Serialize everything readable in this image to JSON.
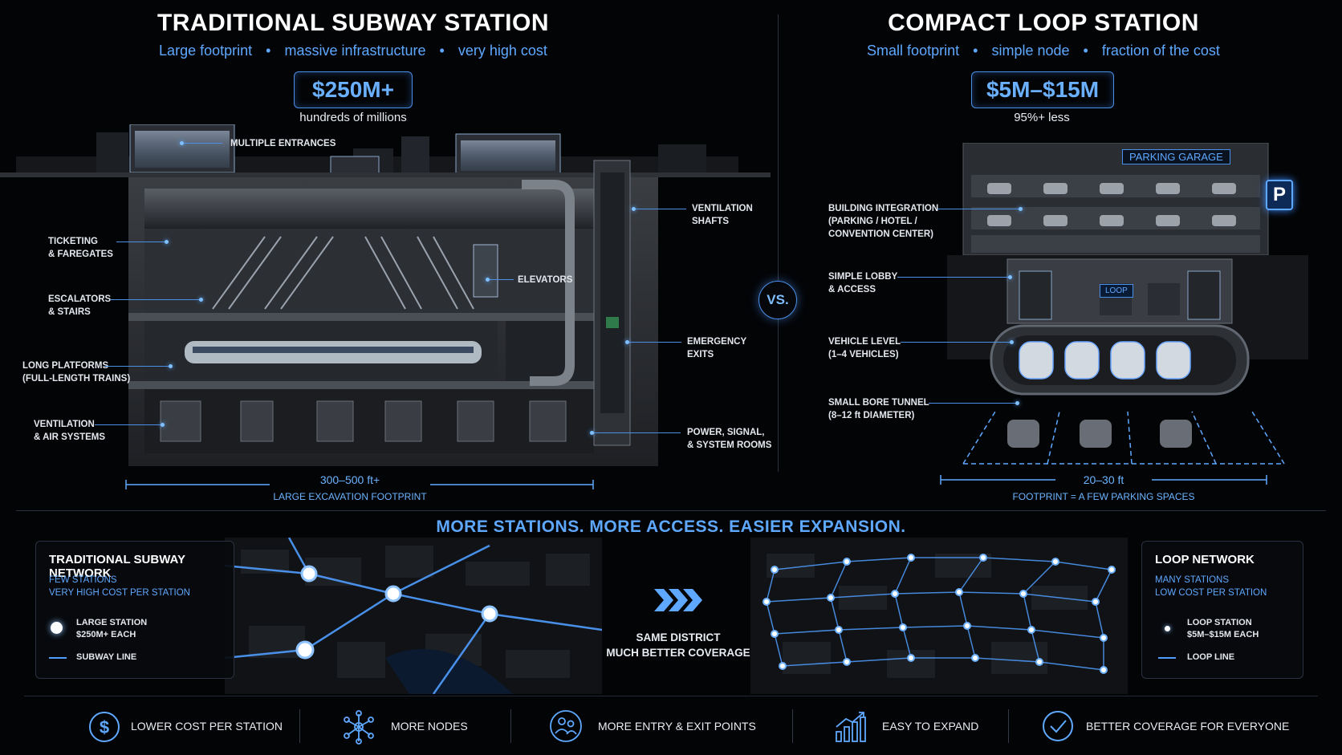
{
  "left": {
    "title": "TRADITIONAL SUBWAY STATION",
    "subtitle": [
      "Large footprint",
      "massive infrastructure",
      "very high cost"
    ],
    "price": "$250M+",
    "price_note": "hundreds of millions",
    "labels": {
      "entrances": "MULTIPLE ENTRANCES",
      "ventilation_shafts": [
        "VENTILATION",
        "SHAFTS"
      ],
      "ticketing": [
        "TICKETING",
        "& FAREGATES"
      ],
      "elevators": "ELEVATORS",
      "escalators": [
        "ESCALATORS",
        "& STAIRS"
      ],
      "emergency": [
        "EMERGENCY",
        "EXITS"
      ],
      "platforms": [
        "LONG PLATFORMS",
        "(FULL-LENGTH TRAINS)"
      ],
      "vent_air": [
        "VENTILATION",
        "& AIR SYSTEMS"
      ],
      "power": [
        "POWER, SIGNAL,",
        "& SYSTEM ROOMS"
      ]
    },
    "dimension": "300–500 ft+",
    "dimension_note": "LARGE EXCAVATION FOOTPRINT"
  },
  "vs": "VS.",
  "right": {
    "title": "COMPACT LOOP STATION",
    "subtitle": [
      "Small footprint",
      "simple node",
      "fraction of the cost"
    ],
    "price": "$5M–$15M",
    "price_note": "95%+ less",
    "garage_sign": "PARKING GARAGE",
    "parking_icon": "P",
    "loop_sign": "LOOP",
    "labels": {
      "building": [
        "BUILDING INTEGRATION",
        "(PARKING / HOTEL /",
        "CONVENTION CENTER)"
      ],
      "lobby": [
        "SIMPLE LOBBY",
        "& ACCESS"
      ],
      "vehicle": [
        "VEHICLE LEVEL",
        "(1–4 VEHICLES)"
      ],
      "tunnel": [
        "SMALL BORE TUNNEL",
        "(8–12 ft DIAMETER)"
      ]
    },
    "dimension": "20–30 ft",
    "dimension_note": "FOOTPRINT = A FEW PARKING SPACES"
  },
  "network": {
    "headline": "MORE STATIONS. MORE ACCESS. EASIER EXPANSION.",
    "center": [
      "SAME DISTRICT",
      "MUCH BETTER COVERAGE"
    ],
    "traditional": {
      "title": "TRADITIONAL SUBWAY NETWORK",
      "desc": [
        "FEW STATIONS",
        "VERY HIGH COST PER STATION"
      ],
      "legend_station": [
        "LARGE STATION",
        "$250M+ EACH"
      ],
      "legend_line": "SUBWAY LINE"
    },
    "loop": {
      "title": "LOOP NETWORK",
      "desc": [
        "MANY STATIONS",
        "LOW COST PER STATION"
      ],
      "legend_station": [
        "LOOP STATION",
        "$5M–$15M EACH"
      ],
      "legend_line": "LOOP LINE"
    }
  },
  "benefits": [
    {
      "icon": "dollar-icon",
      "label": "LOWER COST PER STATION"
    },
    {
      "icon": "network-nodes-icon",
      "label": "MORE NODES"
    },
    {
      "icon": "people-icon",
      "label": "MORE ENTRY & EXIT POINTS"
    },
    {
      "icon": "growth-chart-icon",
      "label": "EASY TO EXPAND"
    },
    {
      "icon": "checkmark-icon",
      "label": "BETTER COVERAGE FOR EVERYONE"
    }
  ],
  "colors": {
    "accent": "#5fa8ff",
    "background": "#030406"
  }
}
